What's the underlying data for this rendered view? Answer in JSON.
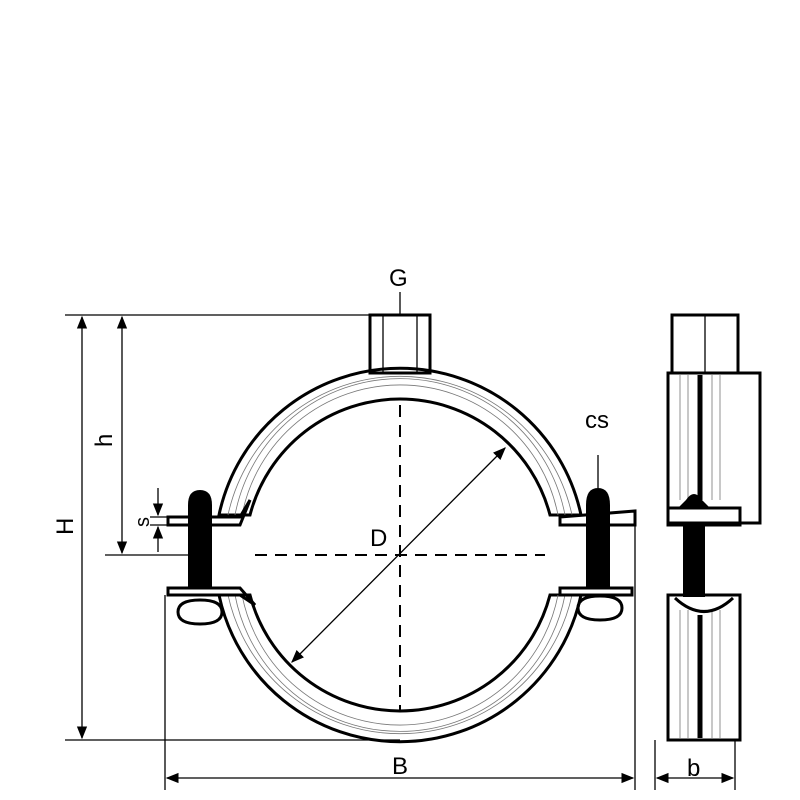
{
  "labels": {
    "G": "G",
    "H": "H",
    "h": "h",
    "s": "s",
    "D": "D",
    "B": "B",
    "b": "b",
    "cs": "cs"
  },
  "colors": {
    "line": "#000000",
    "background": "#ffffff"
  }
}
